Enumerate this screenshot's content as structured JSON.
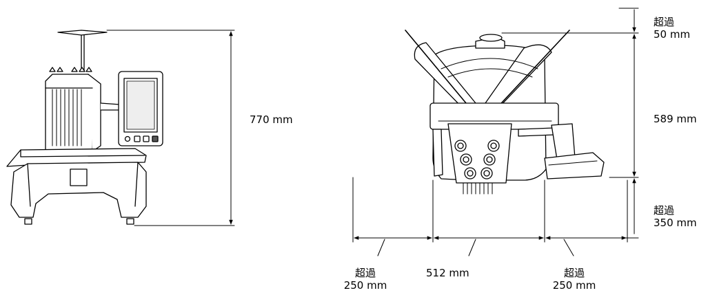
{
  "labels": {
    "height_front": "770 mm",
    "top_clearance": {
      "prefix": "超過",
      "value": "50 mm"
    },
    "height_back": "589 mm",
    "rear_clearance": {
      "prefix": "超過",
      "value": "350 mm"
    },
    "left_clearance": {
      "prefix": "超過",
      "value": "250 mm"
    },
    "width": "512 mm",
    "right_clearance": {
      "prefix": "超過",
      "value": "250 mm"
    }
  },
  "colors": {
    "line": "#000000",
    "fill": "#ffffff",
    "shade": "#dddddd"
  }
}
